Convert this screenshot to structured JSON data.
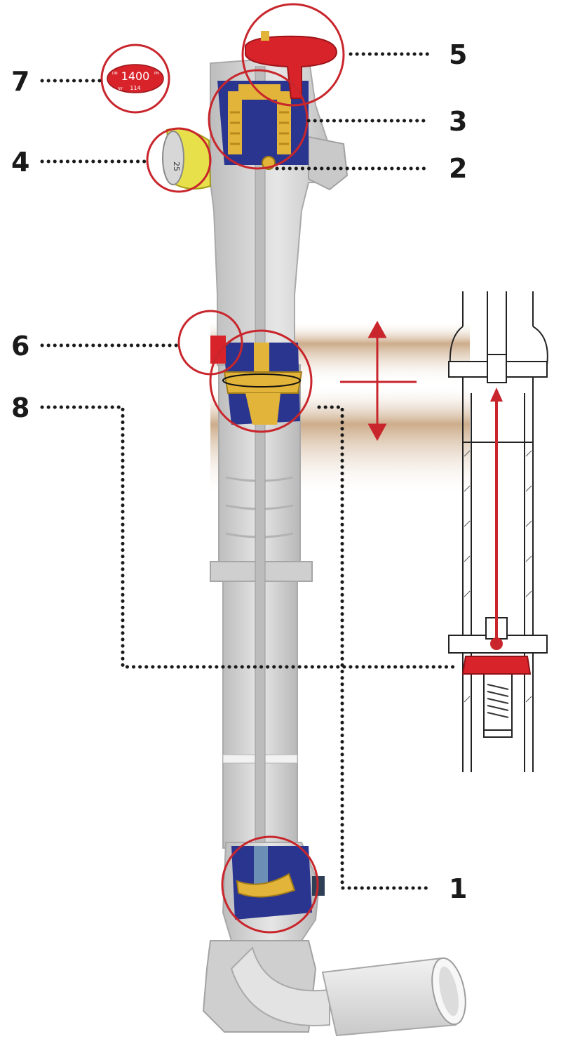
{
  "callouts": [
    {
      "id": "1",
      "label": "1"
    },
    {
      "id": "2",
      "label": "2"
    },
    {
      "id": "3",
      "label": "3"
    },
    {
      "id": "4",
      "label": "4"
    },
    {
      "id": "5",
      "label": "5"
    },
    {
      "id": "6",
      "label": "6"
    },
    {
      "id": "7",
      "label": "7"
    },
    {
      "id": "8",
      "label": "8"
    }
  ],
  "plate": {
    "main": "1400",
    "small_left": "DN",
    "small_right": "PN",
    "sub": "114",
    "sub_prefix": "NY"
  },
  "gauge": {
    "text": "25"
  },
  "colors": {
    "ring": "#c8262c",
    "cap": "#d8232a",
    "body": "#d6d6d6",
    "valve_blue": "#2a3590",
    "brass": "#e2b43a",
    "soil": "#c7a37e"
  }
}
